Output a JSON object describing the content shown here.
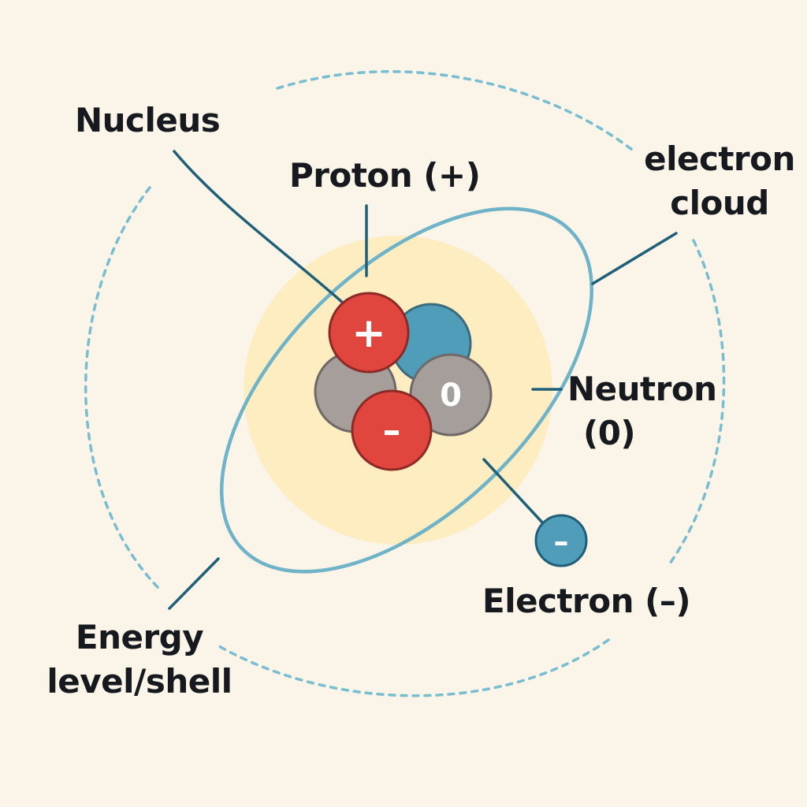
{
  "labels": {
    "nucleus": "Nucleus",
    "proton": "Proton (+)",
    "electron_cloud": [
      "electron",
      "cloud"
    ],
    "neutron": [
      "Neutron",
      "(0)"
    ],
    "electron": "Electron (–)",
    "energy_level": [
      "Energy",
      "level/shell"
    ]
  },
  "particles": {
    "proton_sign": "+",
    "neutron_sign": "0",
    "nucleus_minus_sign": "–",
    "electron_sign": "–"
  },
  "colors": {
    "background": "#fbf4e8",
    "nucleus_glow": "#fdebb8",
    "orbit": "#6fb3c9",
    "cloud_dashes": "#78bdd0",
    "leader_lines": "#1f5f78",
    "proton": "#e0463e",
    "neutron_gray": "#a59e9a",
    "neutron_blue": "#4f9db8",
    "electron": "#4f9db8",
    "text": "#161a1f"
  },
  "icons": [
    "plus-sign",
    "minus-sign",
    "zero-sign"
  ]
}
